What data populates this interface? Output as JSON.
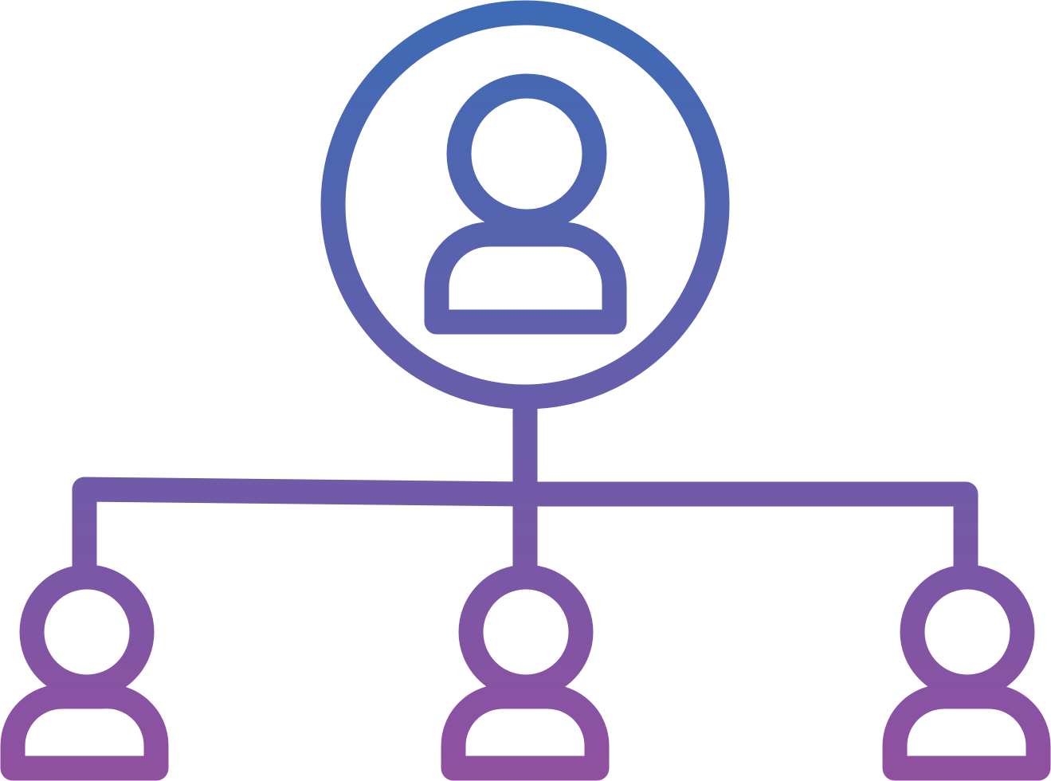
{
  "icon": {
    "name": "organization-hierarchy-icon",
    "style": "outline",
    "gradient": {
      "top": "#3d6bb5",
      "bottom": "#9150a0"
    },
    "background": "#ffffff"
  },
  "nodes": [
    {
      "id": "manager",
      "role": "parent",
      "icon": "user-in-circle-icon"
    },
    {
      "id": "member-left",
      "role": "child",
      "icon": "user-icon"
    },
    {
      "id": "member-center",
      "role": "child",
      "icon": "user-icon"
    },
    {
      "id": "member-right",
      "role": "child",
      "icon": "user-icon"
    }
  ],
  "edges": [
    {
      "from": "manager",
      "to": "member-left"
    },
    {
      "from": "manager",
      "to": "member-center"
    },
    {
      "from": "manager",
      "to": "member-right"
    }
  ]
}
